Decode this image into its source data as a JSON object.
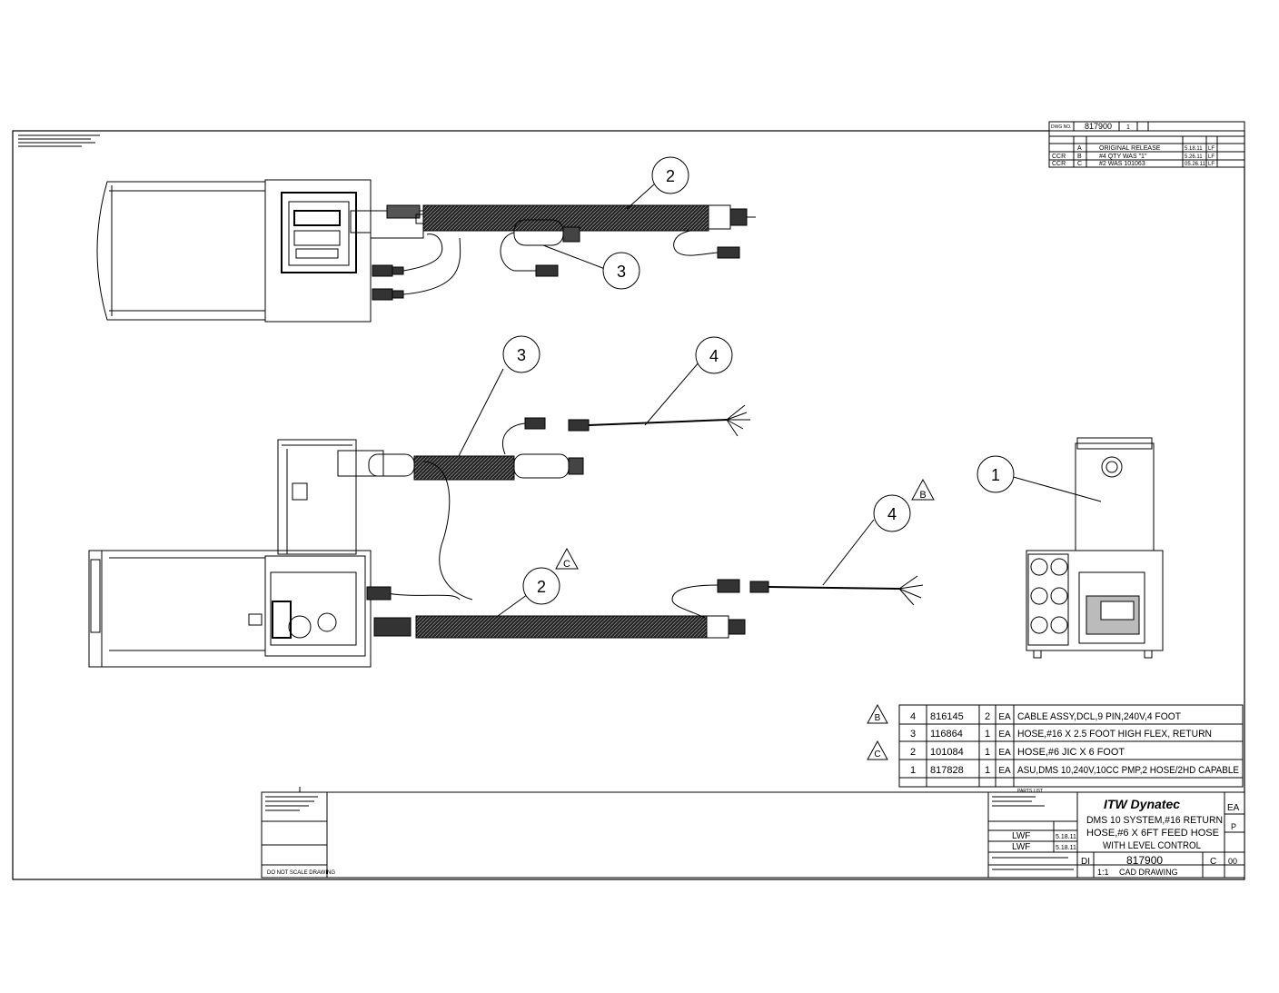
{
  "revision_block": {
    "dwg_label": "DWG NO.",
    "dwg_no": "817900",
    "sheet": "1",
    "rows": [
      {
        "by": "",
        "rev": "A",
        "desc": "ORIGINAL RELEASE",
        "date": "5.18.11",
        "appd": "LF"
      },
      {
        "by": "CCR",
        "rev": "B",
        "desc": "#4 QTY WAS \"1\"",
        "date": "5.26.11",
        "appd": "LF"
      },
      {
        "by": "CCR",
        "rev": "C",
        "desc": "#2 WAS 101063",
        "date": "05.26.11",
        "appd": "LF"
      }
    ]
  },
  "balloons": [
    {
      "id": "b2-top",
      "label": "2"
    },
    {
      "id": "b3-top",
      "label": "3"
    },
    {
      "id": "b3-mid",
      "label": "3"
    },
    {
      "id": "b4-mid",
      "label": "4"
    },
    {
      "id": "b4-right",
      "label": "4"
    },
    {
      "id": "b2-mid",
      "label": "2"
    },
    {
      "id": "b1-right",
      "label": "1"
    }
  ],
  "rev_flags": {
    "flag_b": "B",
    "flag_c": "C"
  },
  "parts_list": {
    "title": "PARTS LIST",
    "rows": [
      {
        "flag": "B",
        "item": "4",
        "part": "816145",
        "qty": "2",
        "uom": "EA",
        "desc": "CABLE ASSY,DCL,9 PIN,240V,4 FOOT"
      },
      {
        "flag": "",
        "item": "3",
        "part": "116864",
        "qty": "1",
        "uom": "EA",
        "desc": "HOSE,#16 X 2.5 FOOT HIGH FLEX, RETURN"
      },
      {
        "flag": "C",
        "item": "2",
        "part": "101084",
        "qty": "1",
        "uom": "EA",
        "desc": "HOSE,#6 JIC X 6 FOOT"
      },
      {
        "flag": "",
        "item": "1",
        "part": "817828",
        "qty": "1",
        "uom": "EA",
        "desc": "ASU,DMS 10,240V,10CC PMP,2 HOSE/2HD CAPABLE"
      }
    ]
  },
  "title_block": {
    "company": "ITW Dynatec",
    "title_lines": [
      "DMS 10 SYSTEM,#16 RETURN",
      "HOSE,#6 X 6FT FEED HOSE",
      "WITH LEVEL CONTROL"
    ],
    "drawn_by": "LWF",
    "drawn_date": "5.18.11",
    "checked_by": "LWF",
    "checked_date": "5.18.11",
    "size": "DI",
    "dwg_no": "817900",
    "rev": "C",
    "scale": "1:1",
    "cad": "CAD DRAWING",
    "uom": "EA",
    "status": "P",
    "group": "00",
    "do_not_scale": "DO NOT SCALE DRAWING"
  }
}
